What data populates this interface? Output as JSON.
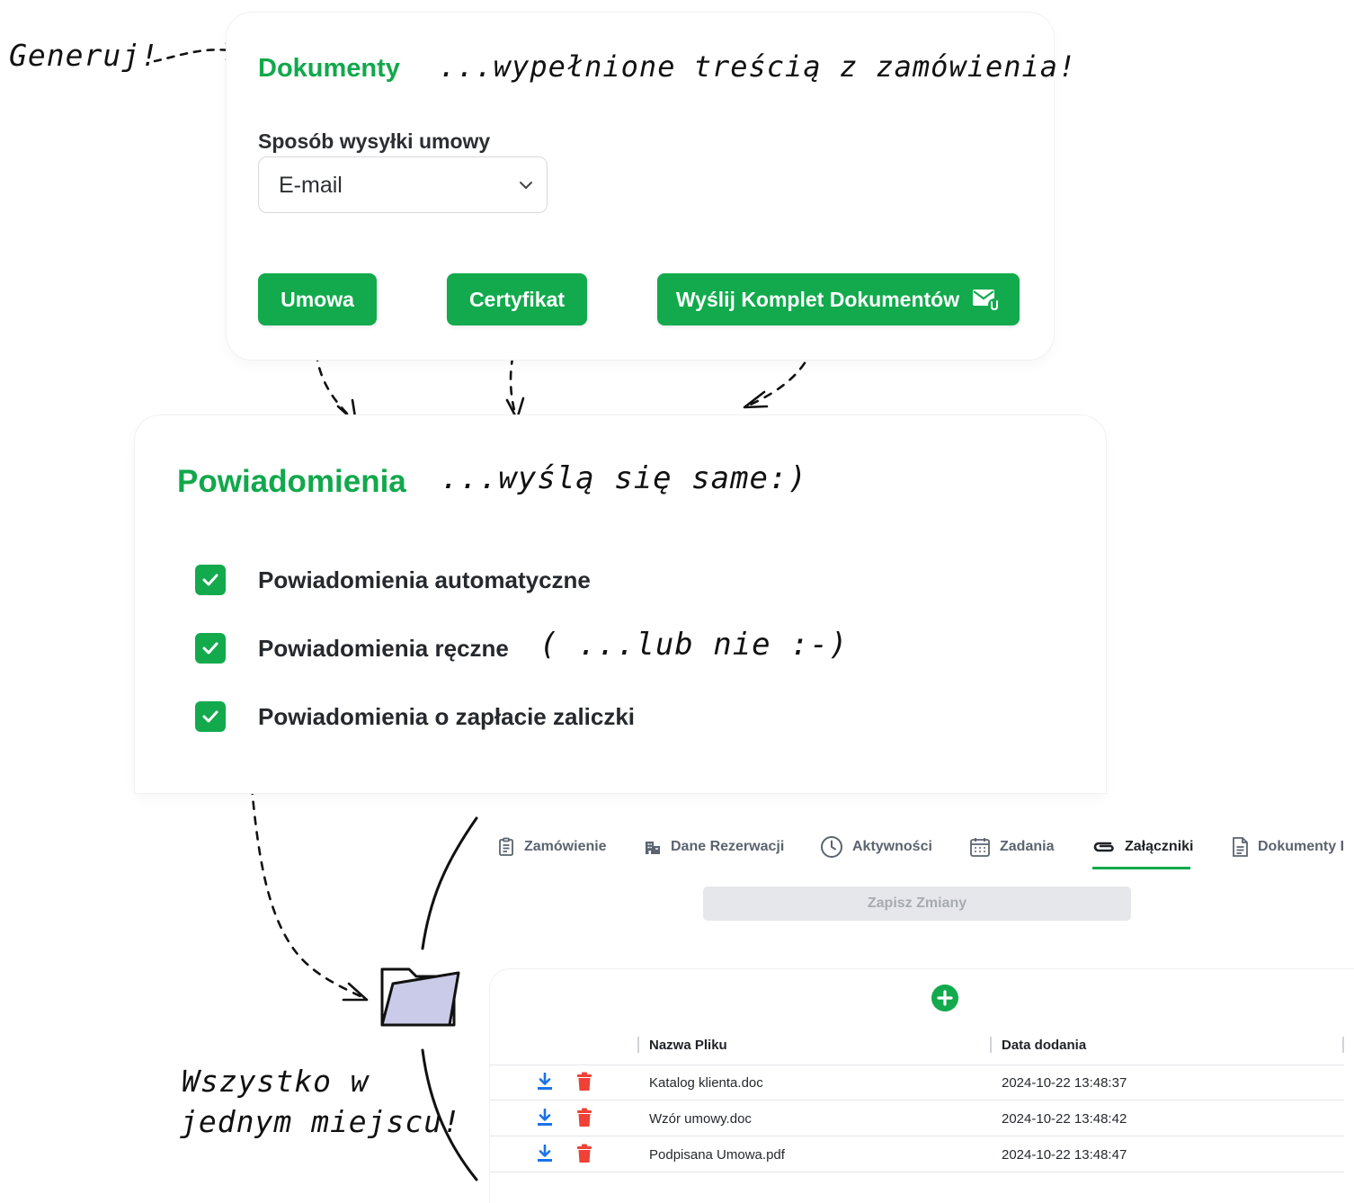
{
  "annotations": {
    "generate": "Generuj!",
    "filled": "...wypełnione treścią z zamówienia!",
    "send_themselves": "...wyślą się same:)",
    "or_not": "( ...lub nie :-)",
    "all_in_one": [
      "Wszystko w",
      "jednym miejscu!"
    ]
  },
  "documents": {
    "title": "Dokumenty",
    "shipping_label": "Sposób wysyłki umowy",
    "shipping_value": "E-mail",
    "buttons": {
      "contract": "Umowa",
      "certificate": "Certyfikat",
      "send_all": "Wyślij Komplet Dokumentów"
    }
  },
  "notifications": {
    "title": "Powiadomienia",
    "items": [
      {
        "label": "Powiadomienia automatyczne",
        "checked": true
      },
      {
        "label": "Powiadomienia ręczne",
        "checked": true
      },
      {
        "label": "Powiadomienia o zapłacie zaliczki",
        "checked": true
      }
    ]
  },
  "tabs": [
    {
      "label": "Zamówienie",
      "icon": "clipboard-icon",
      "active": false
    },
    {
      "label": "Dane Rezerwacji",
      "icon": "building-icon",
      "active": false
    },
    {
      "label": "Aktywności",
      "icon": "clock-icon",
      "active": false
    },
    {
      "label": "Zadania",
      "icon": "calendar-icon",
      "active": false
    },
    {
      "label": "Załączniki",
      "icon": "paperclip-icon",
      "active": true
    },
    {
      "label": "Dokumenty I",
      "icon": "document-icon",
      "active": false
    }
  ],
  "save_label": "Zapisz Zmiany",
  "attachments": {
    "columns": {
      "name": "Nazwa Pliku",
      "date": "Data dodania"
    },
    "rows": [
      {
        "name": "Katalog klienta.doc",
        "date": "2024-10-22 13:48:37"
      },
      {
        "name": "Wzór umowy.doc",
        "date": "2024-10-22 13:48:42"
      },
      {
        "name": "Podpisana Umowa.pdf",
        "date": "2024-10-22 13:48:47"
      }
    ]
  },
  "colors": {
    "brand_green": "#12aa4d",
    "title_green": "#11a84c",
    "download_blue": "#1a73e8",
    "delete_red": "#ef4136"
  }
}
